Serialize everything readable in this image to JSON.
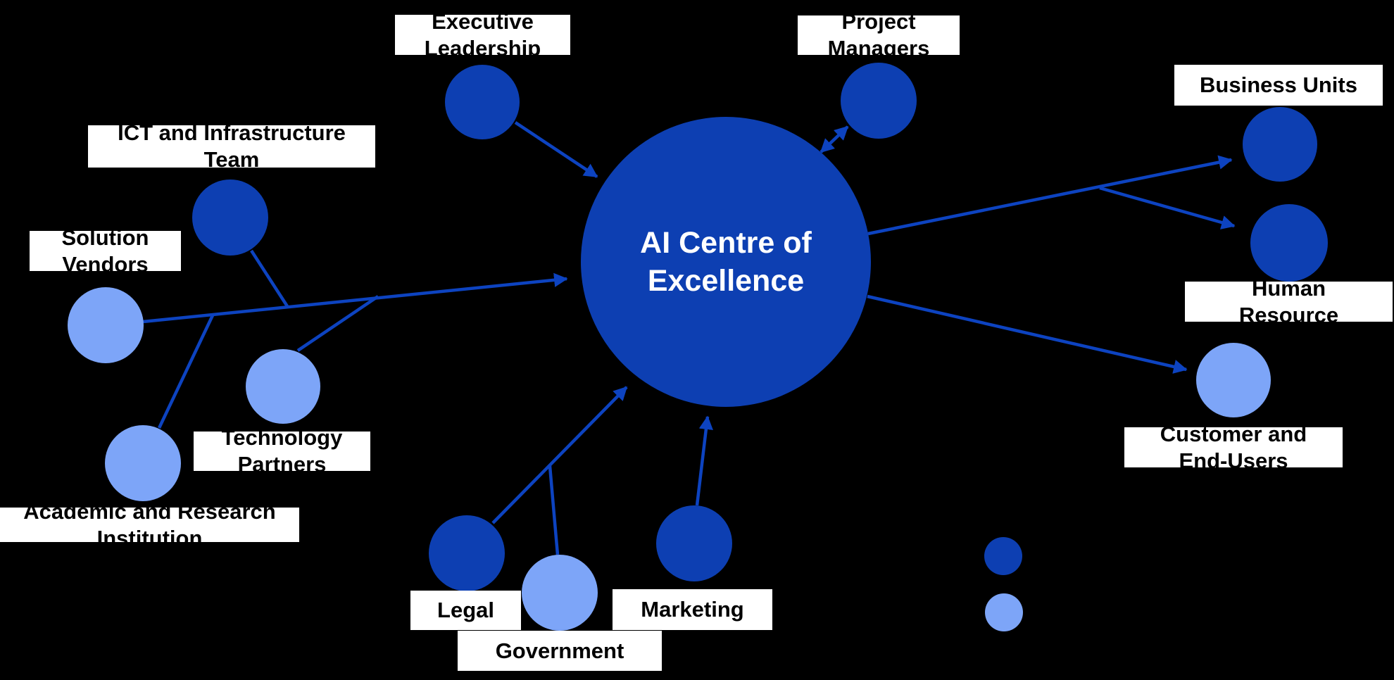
{
  "colors": {
    "background": "#000000",
    "node_dark": "#0D3FB2",
    "node_light": "#7DA5F8",
    "connector": "#0D43C0",
    "label_bg": "#ffffff",
    "label_text": "#000000",
    "center_text": "#ffffff"
  },
  "center": {
    "label": "AI Centre of\nExcellence"
  },
  "nodes": [
    {
      "id": "executive-leadership",
      "label": "Executive\nLeadership",
      "tone": "dark"
    },
    {
      "id": "project-managers",
      "label": "Project\nManagers",
      "tone": "dark"
    },
    {
      "id": "ict-and-infrastructure-team",
      "label": "ICT and Infrastructure\nTeam",
      "tone": "dark"
    },
    {
      "id": "solution-vendors",
      "label": "Solution\nVendors",
      "tone": "light"
    },
    {
      "id": "technology-partners",
      "label": "Technology\nPartners",
      "tone": "light"
    },
    {
      "id": "academic-and-research-institution",
      "label": "Academic and Research\nInstitution",
      "tone": "light"
    },
    {
      "id": "legal",
      "label": "Legal",
      "tone": "dark"
    },
    {
      "id": "government",
      "label": "Government",
      "tone": "light"
    },
    {
      "id": "marketing",
      "label": "Marketing",
      "tone": "dark"
    },
    {
      "id": "business-units",
      "label": "Business Units",
      "tone": "dark"
    },
    {
      "id": "human-resource",
      "label": "Human\nResource",
      "tone": "dark"
    },
    {
      "id": "customer-and-end-users",
      "label": "Customer and\nEnd-Users",
      "tone": "light"
    }
  ],
  "edges": [
    {
      "from": "executive-leadership",
      "to": "ai-centre-of-excellence",
      "arrow": "end"
    },
    {
      "from": "project-managers",
      "to": "ai-centre-of-excellence",
      "arrow": "both"
    },
    {
      "from": "solution-vendors",
      "to": "ai-centre-of-excellence",
      "arrow": "end"
    },
    {
      "from": "ict-and-infrastructure-team",
      "joins": "solution-vendors-line",
      "arrow": "none"
    },
    {
      "from": "technology-partners",
      "joins": "solution-vendors-line",
      "arrow": "none"
    },
    {
      "from": "academic-and-research-institution",
      "joins": "solution-vendors-line",
      "arrow": "none"
    },
    {
      "from": "legal",
      "to": "ai-centre-of-excellence",
      "arrow": "end"
    },
    {
      "from": "government",
      "joins": "legal-line",
      "arrow": "none"
    },
    {
      "from": "marketing",
      "to": "ai-centre-of-excellence",
      "arrow": "end"
    },
    {
      "from": "ai-centre-of-excellence",
      "to": "business-units",
      "arrow": "end"
    },
    {
      "from": "ai-centre-of-excellence",
      "to": "human-resource",
      "arrow": "end"
    },
    {
      "from": "ai-centre-of-excellence",
      "to": "customer-and-end-users",
      "arrow": "end"
    }
  ],
  "legend_markers": [
    {
      "tone": "dark"
    },
    {
      "tone": "light"
    }
  ]
}
